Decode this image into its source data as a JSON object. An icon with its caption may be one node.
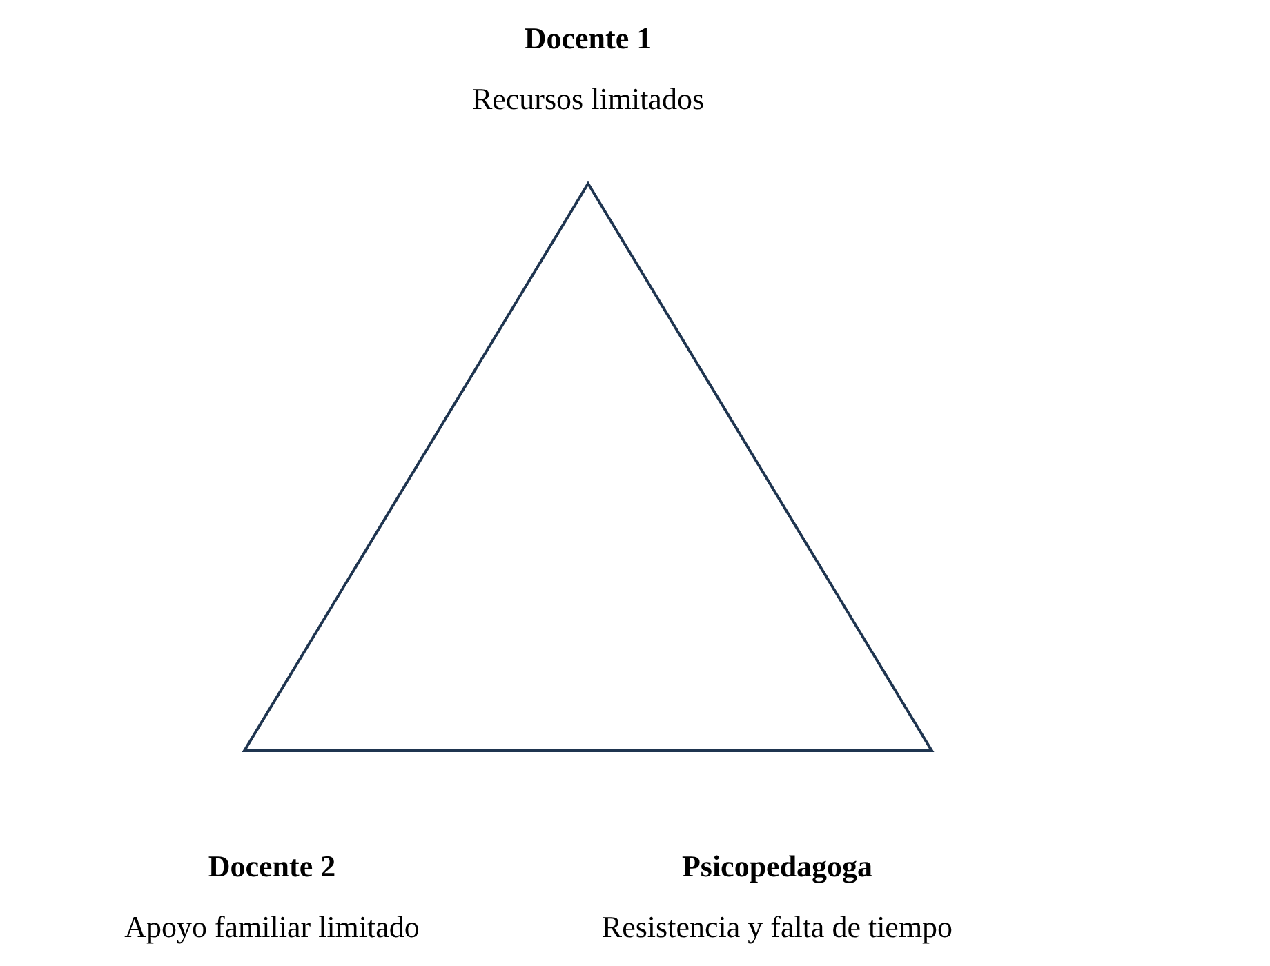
{
  "diagram": {
    "nodes": [
      {
        "text": [
          "Docente 1",
          "Recursos limitados"
        ]
      },
      {
        "text": [
          "Docente 2",
          "Apoyo familiar limitado"
        ]
      },
      {
        "text": [
          "Psicopedagoga",
          "Resistencia y falta de tiempo"
        ]
      }
    ]
  }
}
